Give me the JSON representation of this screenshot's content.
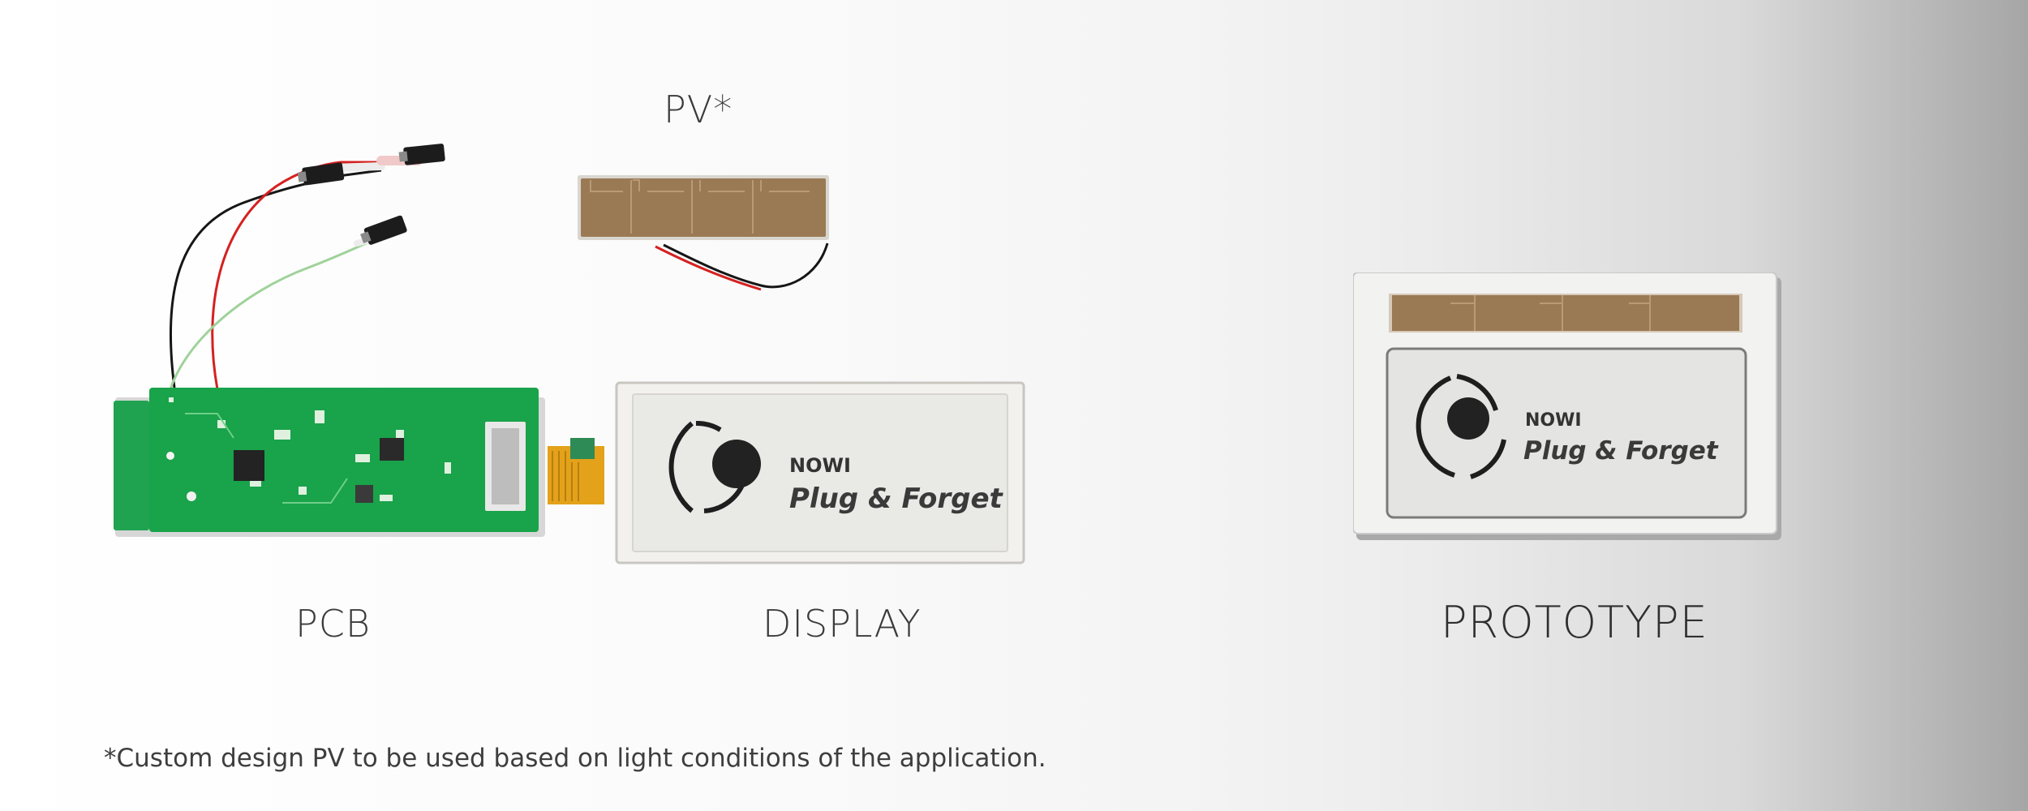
{
  "labels": {
    "pv": "PV*",
    "pcb": "PCB",
    "display": "DISPLAY",
    "prototype": "PROTOTYPE"
  },
  "footnote": "*Custom design PV to be used based on light conditions of the application.",
  "display_screen": {
    "brand": "NOWI",
    "tagline": "Plug & Forget"
  },
  "prototype_screen": {
    "brand": "NOWI",
    "tagline": "Plug & Forget"
  },
  "colors": {
    "pcb_green": "#19a34a",
    "pv_bronze": "#9a7a55",
    "eink_panel": "#e9e9e6",
    "flex_cable": "#e3a21a"
  }
}
